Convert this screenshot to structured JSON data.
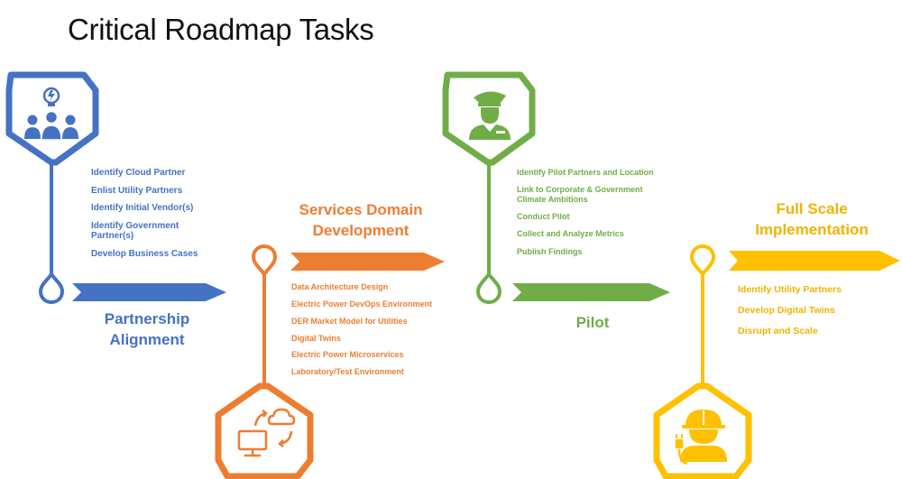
{
  "title": "Critical Roadmap Tasks",
  "colors": {
    "blue": "#4472c4",
    "orange": "#ed7d31",
    "green": "#70ad47",
    "yellow": "#ffc000"
  },
  "phases": [
    {
      "name_lines": [
        "Partnership",
        "Alignment"
      ],
      "icon": "team-lightbulb-icon",
      "tasks": [
        "Identify Cloud Partner",
        "Enlist Utility Partners",
        "Identify Initial Vendor(s)",
        "Identify Government Partner(s)",
        "Develop Business Cases"
      ]
    },
    {
      "name_lines": [
        "Services Domain",
        "Development"
      ],
      "icon": "computer-cloud-sync-icon",
      "tasks": [
        "Data Architecture Design",
        "Electric Power DevOps Environment",
        "DER Market Model for Utilities",
        "Digital Twins",
        "Electric Power Microservices",
        "Laboratory/Test Environment"
      ]
    },
    {
      "name_lines": [
        "Pilot"
      ],
      "icon": "pilot-icon",
      "tasks": [
        "Identify Pilot Partners and Location",
        "Link to Corporate & Government Climate Ambitions",
        "Conduct Pilot",
        "Collect and Analyze Metrics",
        "Publish Findings"
      ]
    },
    {
      "name_lines": [
        "Full Scale",
        "Implementation"
      ],
      "icon": "utility-worker-icon",
      "tasks": [
        "Identify Utility Partners",
        "Develop Digital Twins",
        "Disrupt and Scale"
      ]
    }
  ]
}
